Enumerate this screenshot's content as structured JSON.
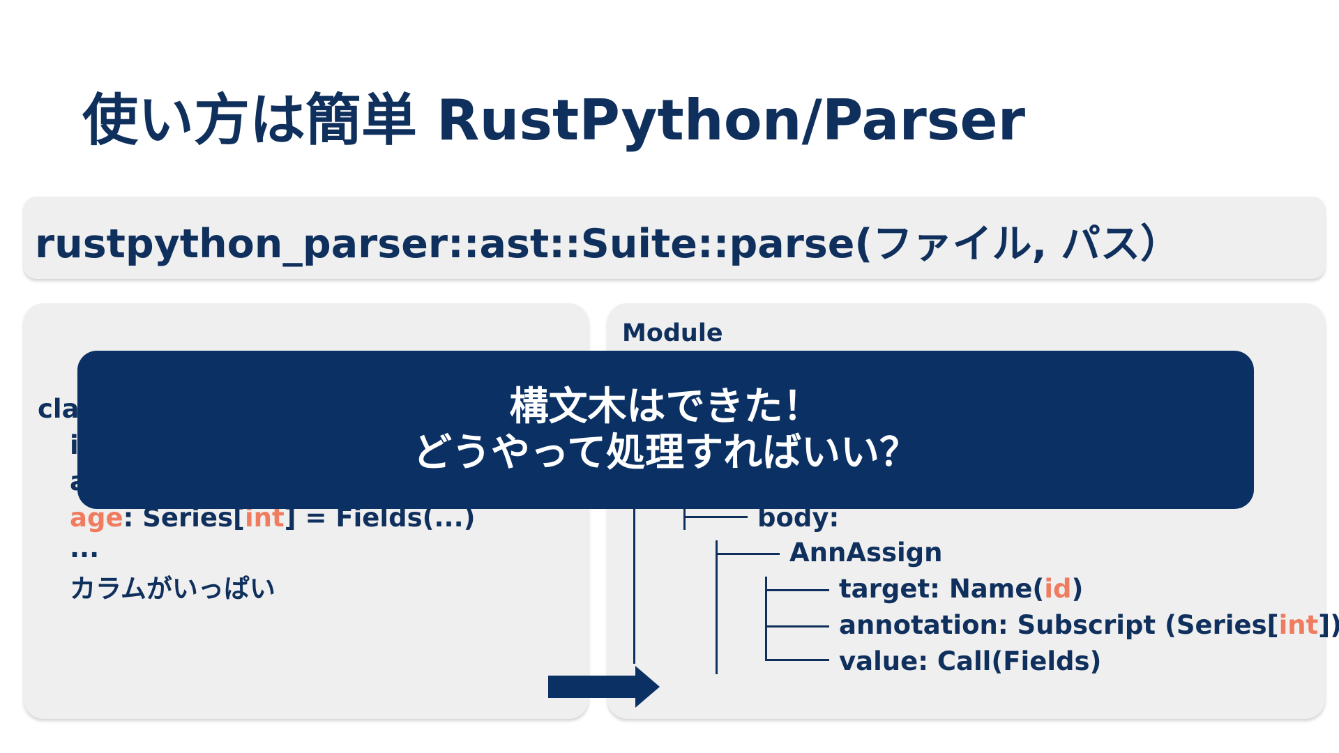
{
  "title": "使い方は簡単 RustPython/Parser",
  "api_call": "rustpython_parser::ast::Suite::parse(ファイル, パス）",
  "left_code": {
    "class_fragment": "cla",
    "line1_fragment": "i",
    "line2_fragment": "a",
    "age_name": "age",
    "age_colon_type": ": Series[",
    "age_int": "int",
    "age_rest": "] = Fields(...)",
    "ellipsis": "...",
    "comment": "カラムがいっぱい"
  },
  "right_tree": {
    "module": "Module",
    "body": "body:",
    "annassign": "AnnAssign",
    "target_prefix": "target: Name(",
    "target_id": "id",
    "target_suffix": ")",
    "annotation_prefix": "annotation: Subscript (Series[",
    "annotation_int": "int",
    "annotation_suffix": "])",
    "value": "value: Call(Fields)"
  },
  "overlay": {
    "line1": "構文木はできた！",
    "line2": "どうやって処理すればいい？"
  },
  "icons": {
    "arrow": "right-arrow-icon"
  },
  "colors": {
    "navy": "#0f2f5c",
    "highlight": "#f07c60",
    "panel": "#efefef",
    "overlay": "#0a3064"
  }
}
